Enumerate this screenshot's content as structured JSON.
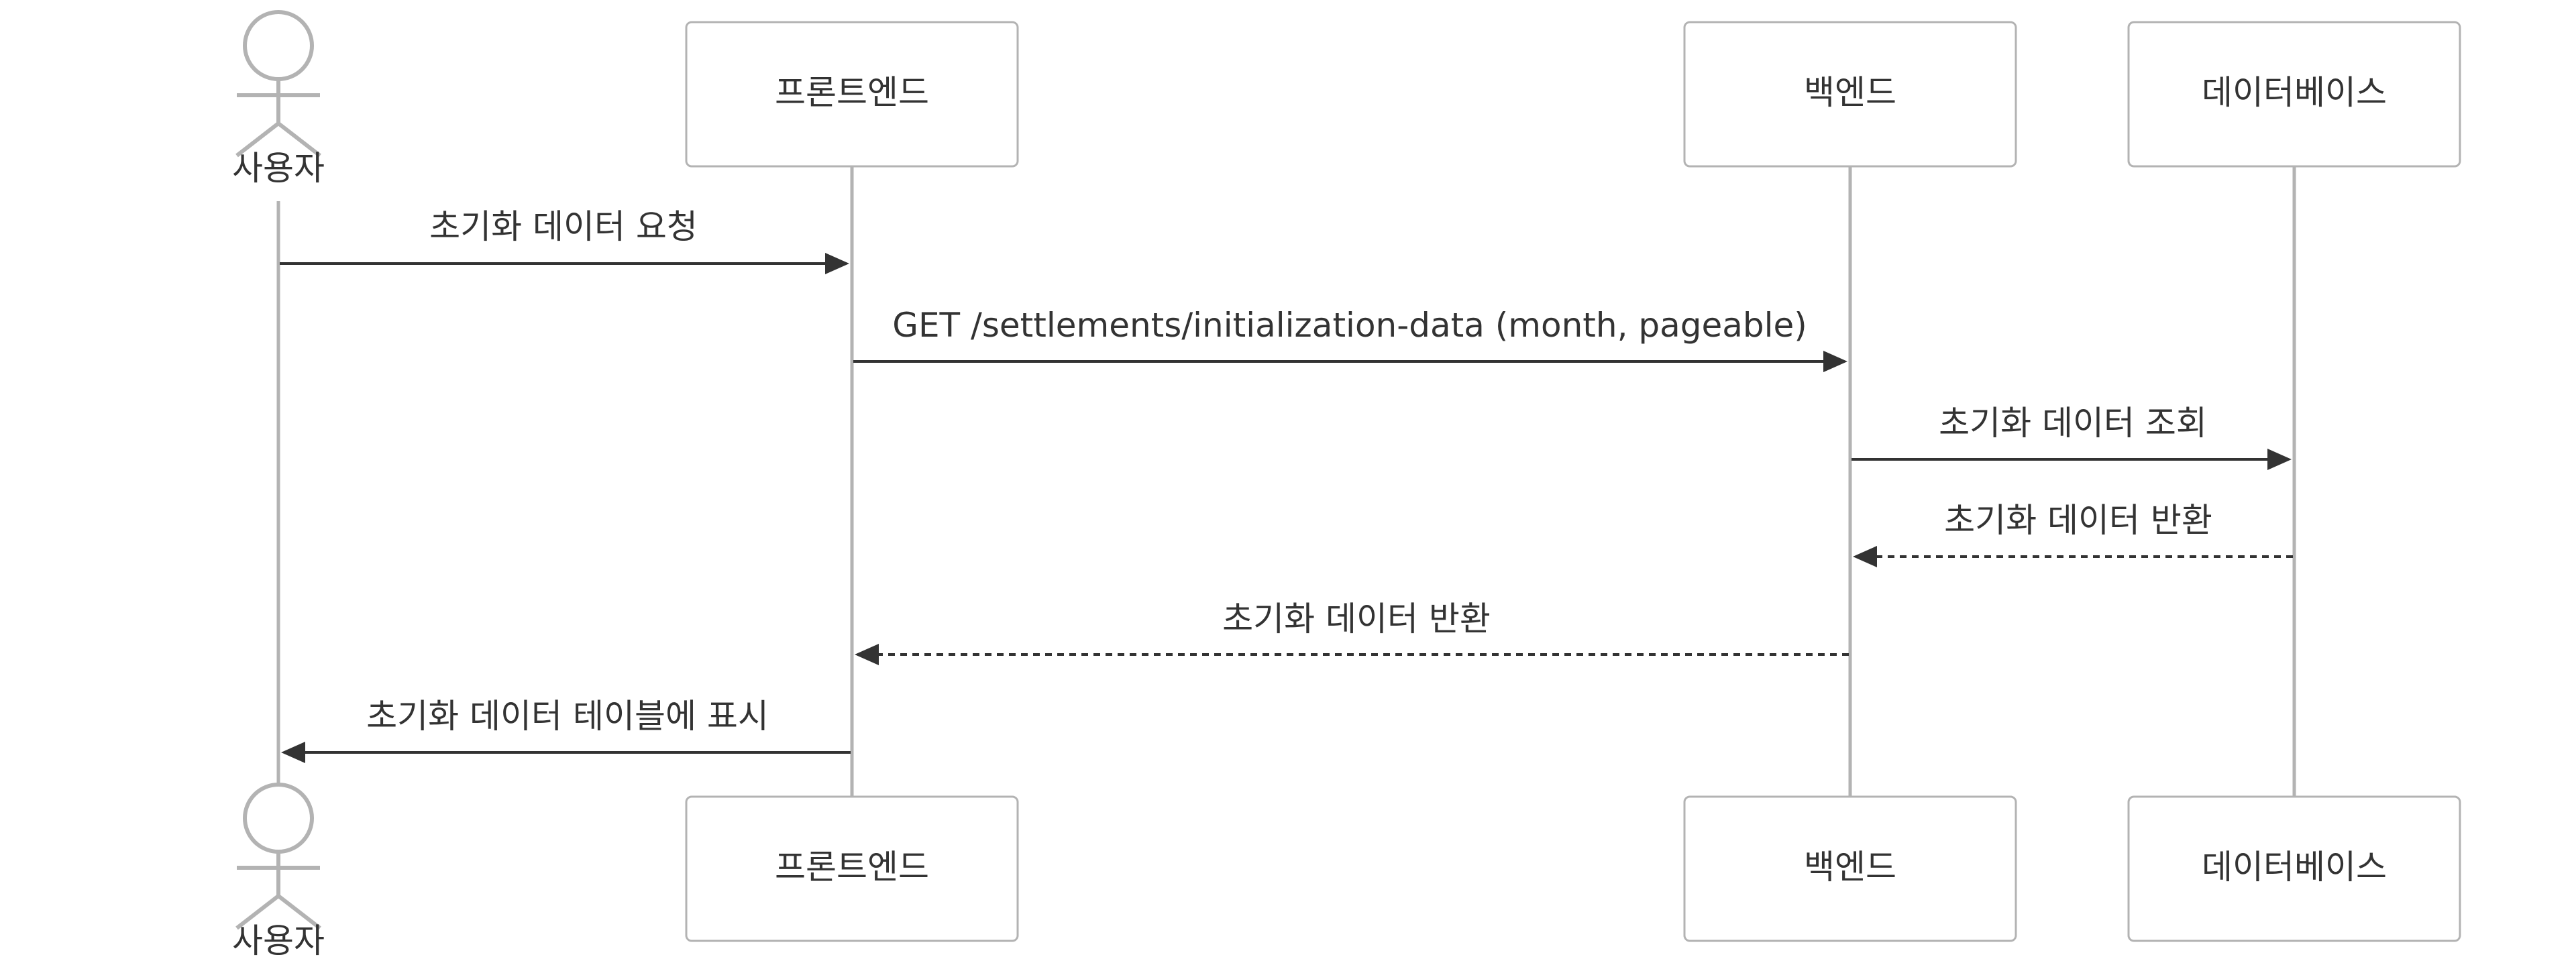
{
  "diagram": {
    "type": "sequence",
    "colors": {
      "box_border": "#b3b3b3",
      "lifeline": "#b3b3b3",
      "text": "#333333",
      "arrow": "#333333",
      "background": "#ffffff"
    },
    "actor": {
      "label": "사용자",
      "icon": "person-icon"
    },
    "participants": [
      {
        "id": "frontend",
        "label": "프론트엔드"
      },
      {
        "id": "backend",
        "label": "백엔드"
      },
      {
        "id": "database",
        "label": "데이터베이스"
      }
    ],
    "messages": [
      {
        "label": "초기화 데이터 요청",
        "from": "user",
        "to": "frontend",
        "style": "solid"
      },
      {
        "label": "GET /settlements/initialization-data (month, pageable)",
        "from": "frontend",
        "to": "backend",
        "style": "solid"
      },
      {
        "label": "초기화 데이터 조회",
        "from": "backend",
        "to": "database",
        "style": "solid"
      },
      {
        "label": "초기화 데이터 반환",
        "from": "database",
        "to": "backend",
        "style": "dashed"
      },
      {
        "label": "초기화 데이터 반환",
        "from": "backend",
        "to": "frontend",
        "style": "dashed"
      },
      {
        "label": "초기화 데이터 테이블에 표시",
        "from": "frontend",
        "to": "user",
        "style": "solid"
      }
    ]
  }
}
